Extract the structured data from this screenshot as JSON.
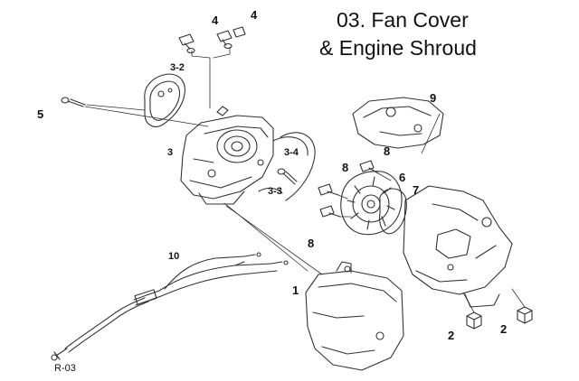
{
  "title": {
    "line1": "03. Fan Cover",
    "line2": "& Engine Shroud"
  },
  "reference": "R-03",
  "callouts": {
    "c1": "1",
    "c2a": "2",
    "c2b": "2",
    "c3": "3",
    "c3_2": "3-2",
    "c3_3": "3-3",
    "c3_4": "3-4",
    "c4a": "4",
    "c4b": "4",
    "c5": "5",
    "c6": "6",
    "c7": "7",
    "c8a": "8",
    "c8b": "8",
    "c8c": "8",
    "c9": "9",
    "c10": "10"
  },
  "colors": {
    "line": "#333333",
    "text": "#111111",
    "background": "#ffffff"
  }
}
